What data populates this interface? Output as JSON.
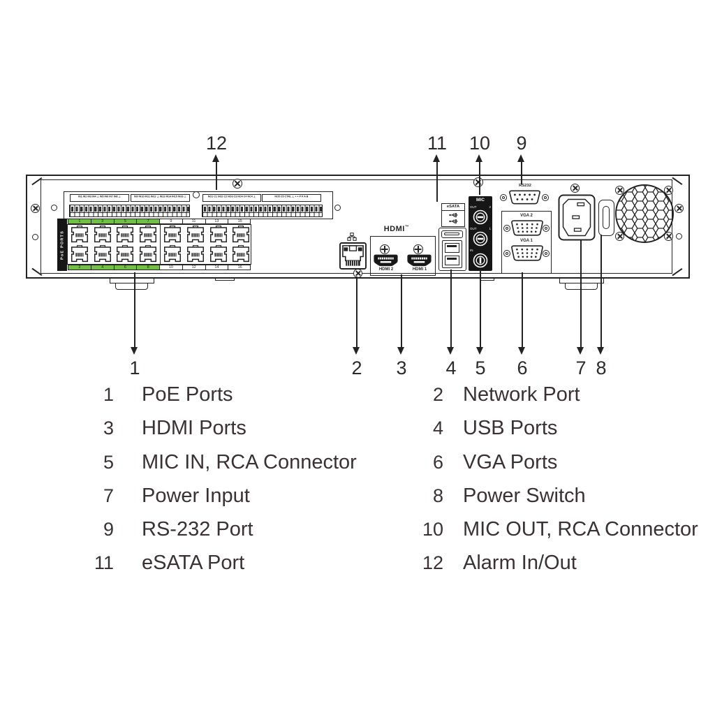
{
  "colors": {
    "line": "#232323",
    "text": "#3a3134",
    "poe_green": "#72bf44",
    "panel_black": "#161616"
  },
  "legend": {
    "left": [
      {
        "num": "1",
        "label": "PoE Ports"
      },
      {
        "num": "3",
        "label": "HDMI Ports"
      },
      {
        "num": "5",
        "label": "MIC IN, RCA Connector"
      },
      {
        "num": "7",
        "label": "Power Input"
      },
      {
        "num": "9",
        "label": "RS-232 Port"
      },
      {
        "num": "11",
        "label": "eSATA Port"
      }
    ],
    "right": [
      {
        "num": "2",
        "label": "Network Port"
      },
      {
        "num": "4",
        "label": "USB Ports"
      },
      {
        "num": "6",
        "label": "VGA Ports"
      },
      {
        "num": "8",
        "label": "Power Switch"
      },
      {
        "num": "10",
        "label": "MIC OUT, RCA Connector"
      },
      {
        "num": "12",
        "label": "Alarm In/Out"
      }
    ]
  },
  "callouts": {
    "top": [
      {
        "num": "12"
      },
      {
        "num": "11"
      },
      {
        "num": "10"
      },
      {
        "num": "9"
      }
    ],
    "bottom": [
      {
        "num": "1"
      },
      {
        "num": "2"
      },
      {
        "num": "3"
      },
      {
        "num": "4"
      },
      {
        "num": "5"
      },
      {
        "num": "6"
      },
      {
        "num": "7"
      },
      {
        "num": "8"
      }
    ]
  },
  "device": {
    "poe": {
      "label": "PoE PORTS",
      "top_numbers": [
        "1",
        "3",
        "5",
        "7",
        "9",
        "11",
        "13",
        "15"
      ],
      "bottom_numbers": [
        "2",
        "4",
        "6",
        "8",
        "10",
        "12",
        "14",
        "16"
      ]
    },
    "alarm": {
      "strips": [
        "IN1 IN2 IN3 IN4 ⊥ IN5 IN6 IN7 IN8 ⊥",
        "IN9 IN10 IN11 IN12 ⊥ IN13 IN14 IN15 IN16 ⊥",
        "NO1 C1 NO2 C2 NO3 C3 NO4 C4 NC4 ⊥",
        "NO5 C5 CTRL ⊥ + + P P A B"
      ]
    },
    "hdmi": {
      "logo": "HDMI",
      "tm": "™",
      "port2": "HDMI 2",
      "port1": "HDMI 1"
    },
    "esata": {
      "label": "eSATA"
    },
    "mic": {
      "label": "MIC",
      "jack1_label": "OUT",
      "jack1_num": "2",
      "jack2_label": "OUT",
      "jack2_num": "1",
      "jack3_label": "IN"
    },
    "rs232": {
      "label": "RS232"
    },
    "vga": {
      "vga2": "VGA 2",
      "vga1": "VGA 1"
    }
  }
}
